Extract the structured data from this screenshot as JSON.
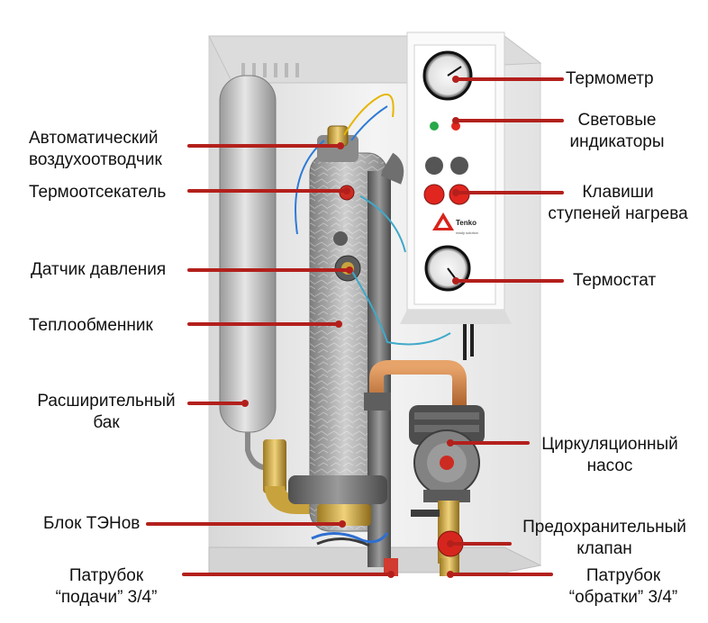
{
  "colors": {
    "leader": "#b3201c",
    "cabinet": "#eaeaea",
    "heater_insulation": "#a8a8a8",
    "pipe_grey": "#6f6f6f",
    "copper": "#c87a3c",
    "brass": "#c8a23c",
    "pump_body": "#7c7c7c",
    "tank": "#bdbdbd",
    "panel": "#f3f3f3",
    "led_red": "#e0261f",
    "led_green": "#27a84a"
  },
  "panel": {
    "brand": "Tenko",
    "brand_sub": "ready solution"
  },
  "labels": {
    "thermometer": "Термометр",
    "indicators_1": "Световые",
    "indicators_2": "индикаторы",
    "keys_1": "Клавиши",
    "keys_2": "ступеней нагрева",
    "thermostat": "Термостат",
    "air_vent_1": "Автоматический",
    "air_vent_2": "воздухоотводчик",
    "cutoff": "Термоотсекатель",
    "pressure": "Датчик давления",
    "exchanger": "Теплообменник",
    "tank_1": "Расширительный",
    "tank_2": "бак",
    "pump_1": "Циркуляционный",
    "pump_2": "насос",
    "heaters": "Блок ТЭНов",
    "valve_1": "Предохранительный",
    "valve_2": "клапан",
    "supply_1": "Патрубок",
    "supply_2": "“подачи” 3/4”",
    "return_1": "Патрубок",
    "return_2": "“обратки” 3/4”"
  },
  "icons": {
    "thermometer_gauge": "thermometer-gauge-icon",
    "thermostat_dial": "thermostat-dial-icon",
    "tenko_logo": "tenko-triangle-logo"
  }
}
